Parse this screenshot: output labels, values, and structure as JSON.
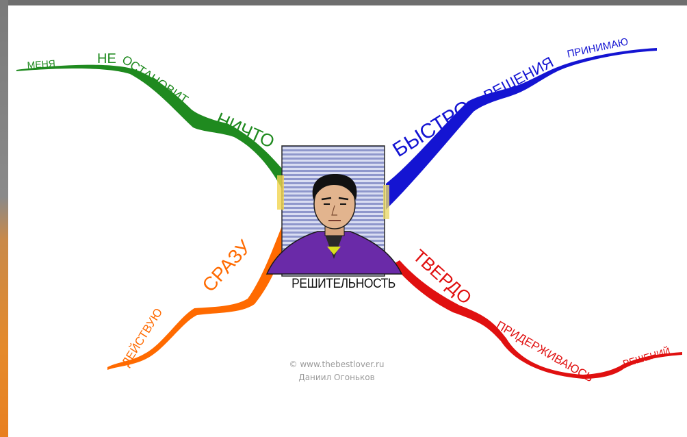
{
  "center": {
    "label": "РЕШИТЕЛЬНОСТЬ",
    "image": "determined-man-portrait"
  },
  "branches": {
    "green": {
      "color": "#1f8a1f",
      "words": [
        "МЕНЯ",
        "НЕ",
        "ОСТАНОВИТ",
        "НИЧТО"
      ]
    },
    "blue": {
      "color": "#1414d2",
      "words": [
        "БЫСТРО",
        "РЕШЕНИЯ",
        "ПРИНИМАЮ"
      ]
    },
    "orange": {
      "color": "#ff6a00",
      "words": [
        "СРАЗУ",
        "ДЕЙСТВУЮ"
      ]
    },
    "red": {
      "color": "#e01010",
      "words": [
        "ТВЕРДО",
        "ПРИДЕРЖИВАЮСЬ",
        "РЕШЕНИЙ"
      ]
    }
  },
  "credit": {
    "site": "© www.thebestlover.ru",
    "author": "Даниил Огоньков"
  }
}
